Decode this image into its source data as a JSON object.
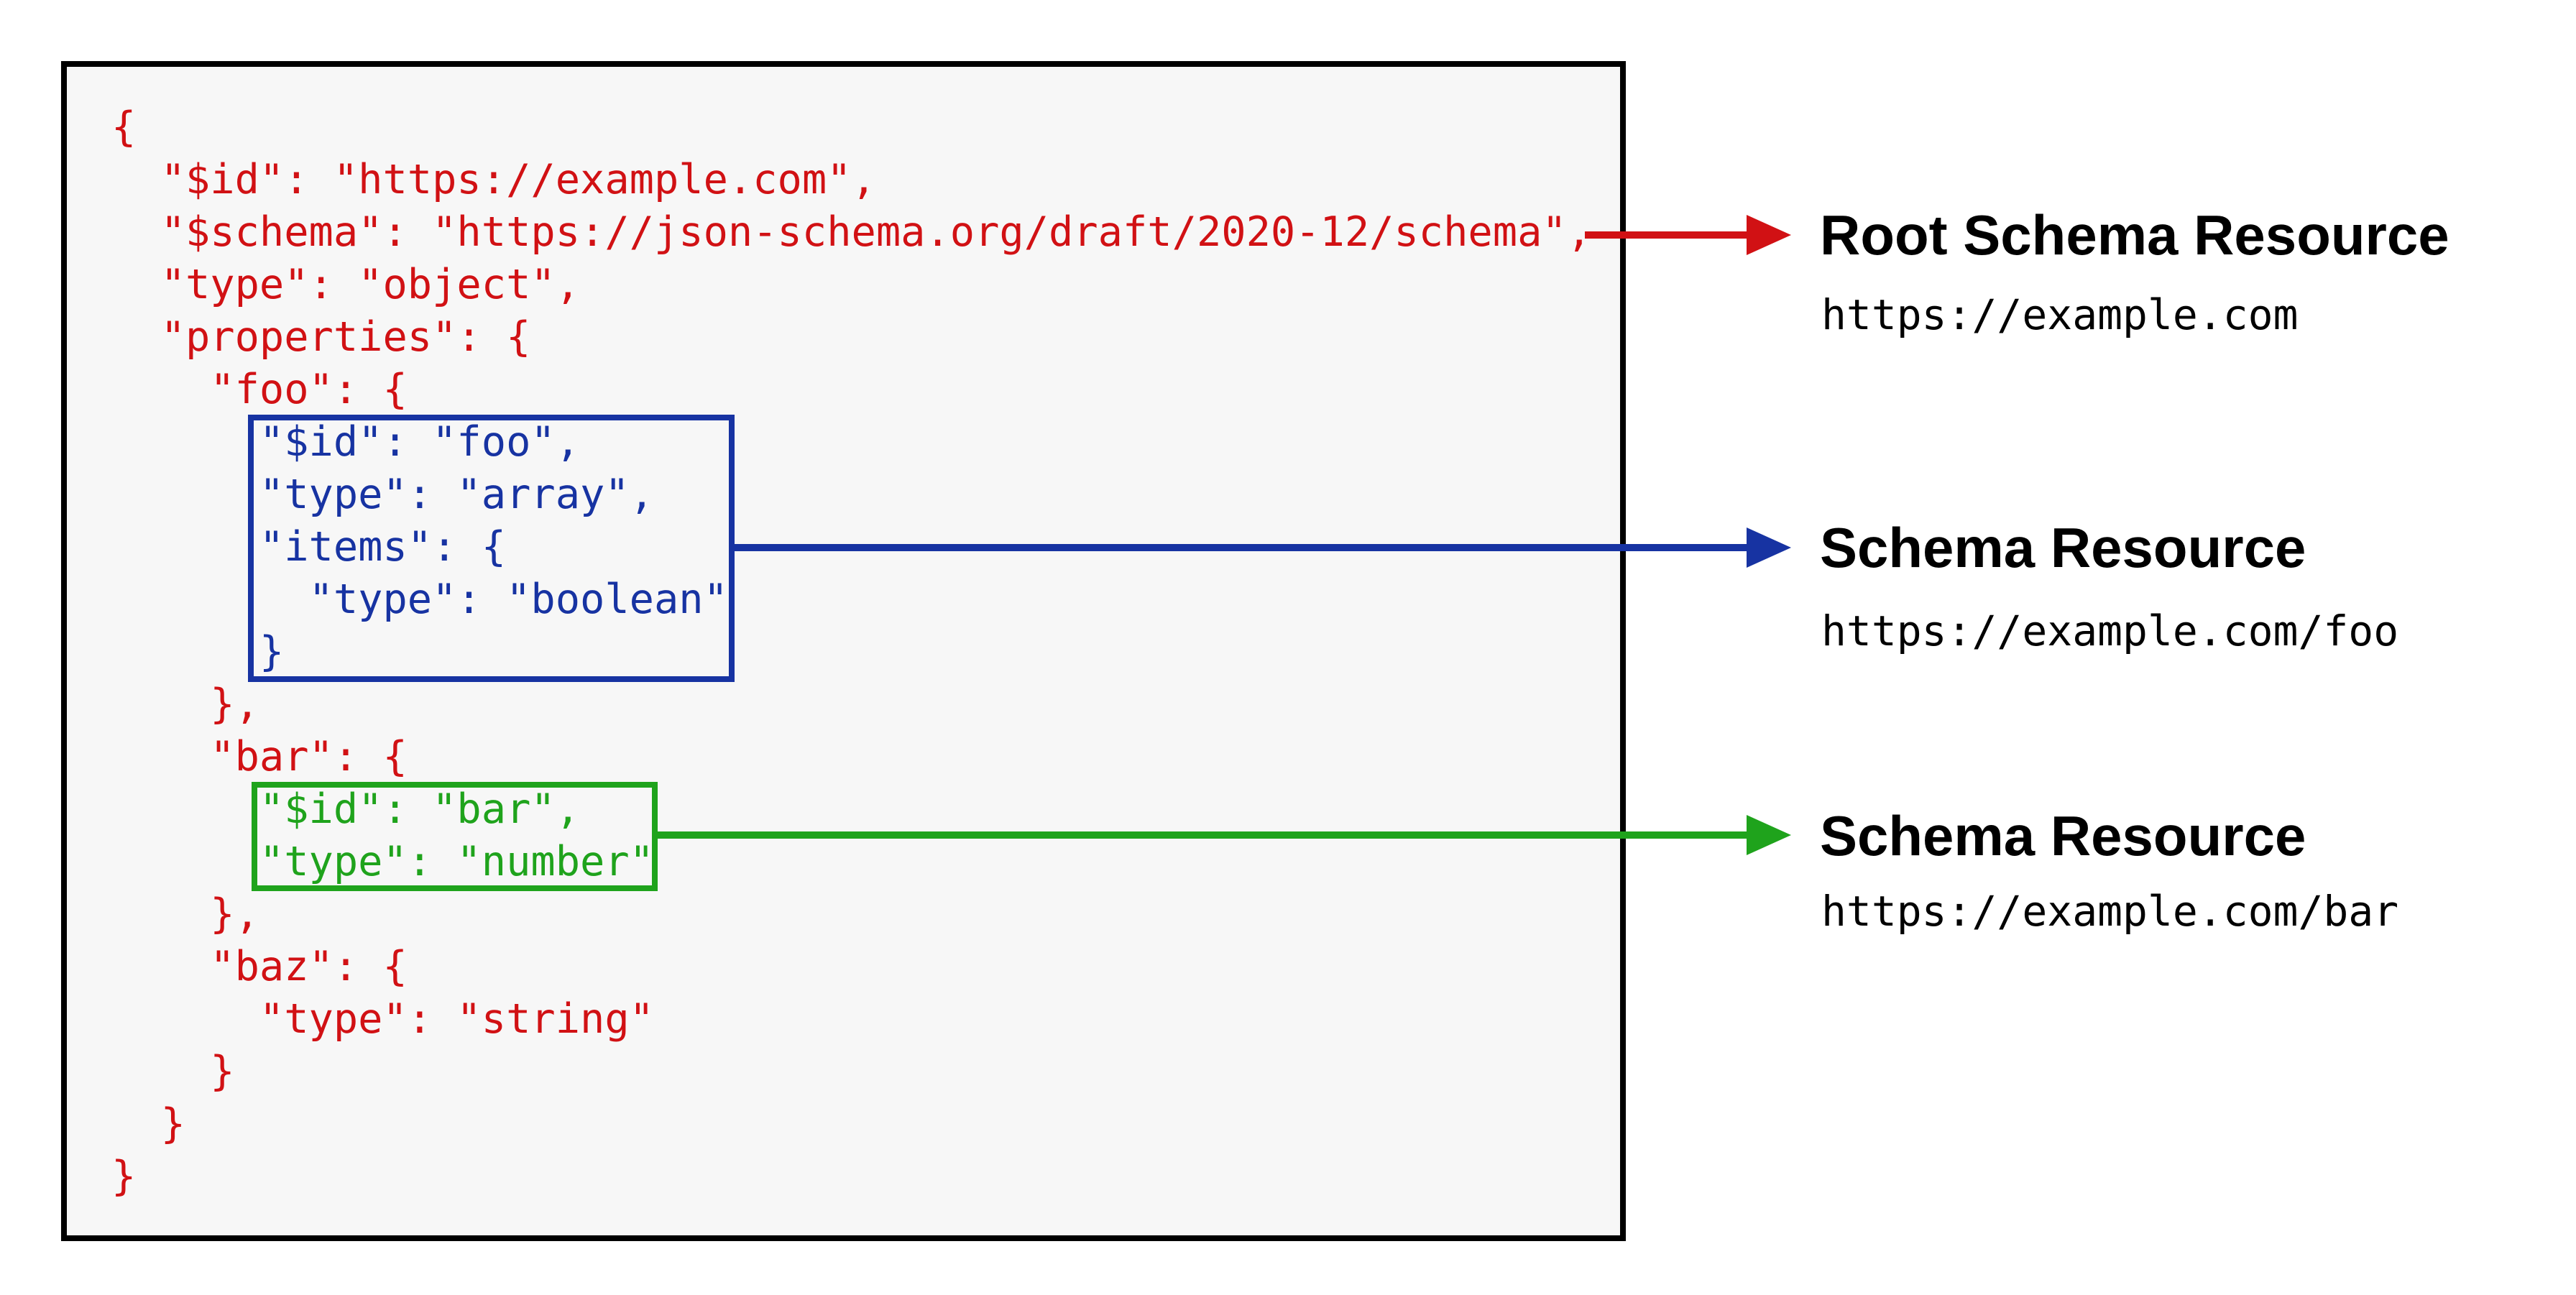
{
  "diagram": {
    "colors": {
      "root_schema": "#d11114",
      "foo_schema": "#1733a2",
      "bar_schema": "#1fa31c",
      "document_border": "#000000",
      "document_background": "#f7f7f7"
    },
    "code": {
      "line01": "{",
      "line02": "  \"$id\": \"https://example.com\",",
      "line03": "  \"$schema\": \"https://json-schema.org/draft/2020-12/schema\",",
      "line04": "  \"type\": \"object\",",
      "line05": "  \"properties\": {",
      "line06": "    \"foo\": {",
      "line07": "      \"$id\": \"foo\",",
      "line08": "      \"type\": \"array\",",
      "line09": "      \"items\": {",
      "line10": "        \"type\": \"boolean\"",
      "line11": "      }",
      "line12": "    },",
      "line13": "    \"bar\": {",
      "line14": "      \"$id\": \"bar\",",
      "line15": "      \"type\": \"number\"",
      "line16": "    },",
      "line17": "    \"baz\": {",
      "line18": "      \"type\": \"string\"",
      "line19": "    }",
      "line20": "  }",
      "line21": "}"
    },
    "labels": {
      "root": {
        "title": "Root Schema Resource",
        "url": "https://example.com"
      },
      "foo": {
        "title": "Schema Resource",
        "url": "https://example.com/foo"
      },
      "bar": {
        "title": "Schema Resource",
        "url": "https://example.com/bar"
      }
    }
  }
}
